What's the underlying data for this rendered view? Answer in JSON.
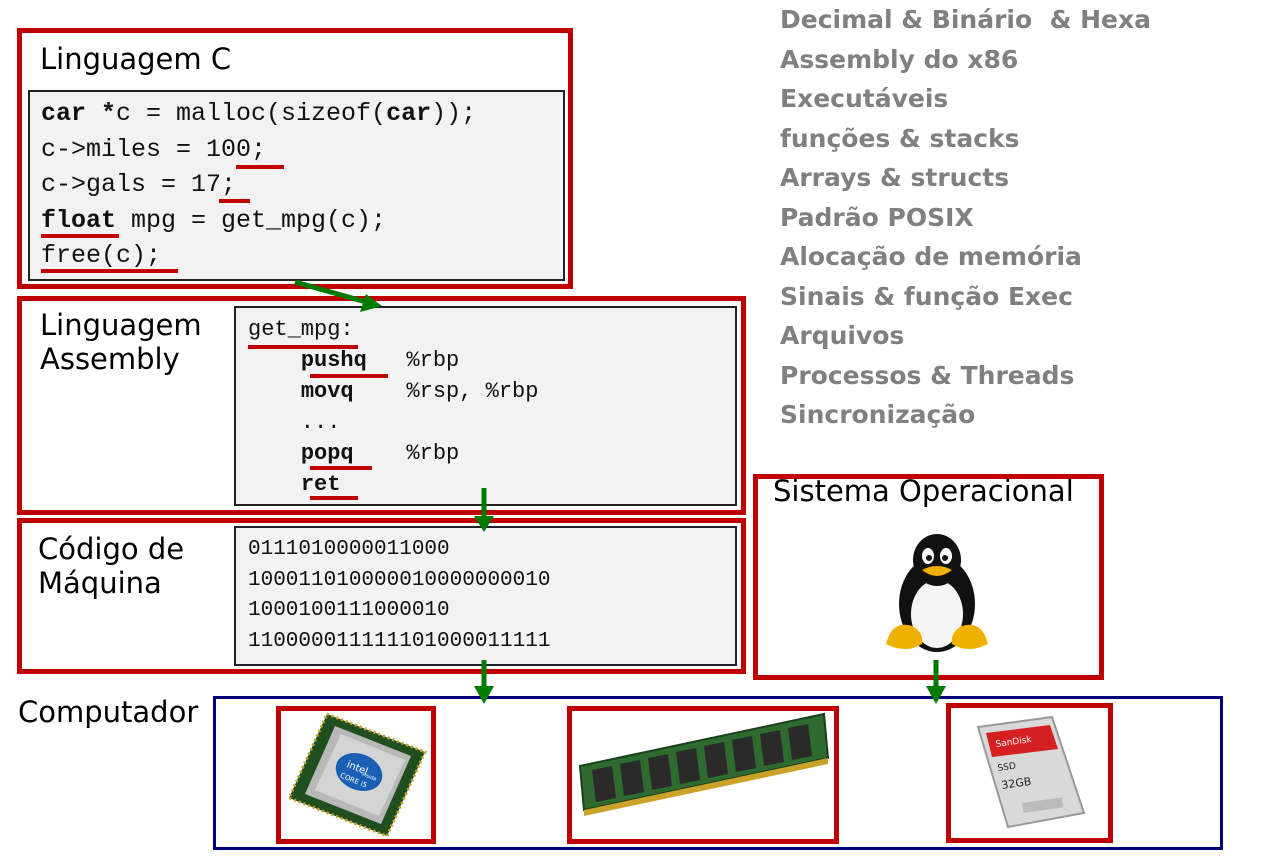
{
  "topics": [
    "Decimal & Binário  & Hexa",
    "Assembly do x86",
    "Executáveis",
    "funções & stacks",
    "Arrays & structs",
    "Padrão POSIX",
    "Alocação de memória",
    "Sinais & função Exec",
    "Arquivos",
    "Processos & Threads",
    "Sincronização"
  ],
  "c_block": {
    "label": "Linguagem C",
    "lines": [
      [
        {
          "t": "car *",
          "b": true
        },
        {
          "t": "c = malloc(sizeof("
        },
        {
          "t": "car",
          "b": true
        },
        {
          "t": "));"
        }
      ],
      [
        {
          "t": "c->miles = 100;"
        }
      ],
      [
        {
          "t": "c->gals = 17;"
        }
      ],
      [
        {
          "t": "float",
          "b": true
        },
        {
          "t": " mpg = get_mpg(c);"
        }
      ],
      [
        {
          "t": "free(c);"
        }
      ]
    ]
  },
  "asm_block": {
    "label": "Linguagem\nAssembly",
    "lines": [
      [
        {
          "t": "get_mpg:"
        }
      ],
      [
        {
          "t": "    "
        },
        {
          "t": "pushq",
          "b": true
        },
        {
          "t": "   %rbp"
        }
      ],
      [
        {
          "t": "    "
        },
        {
          "t": "movq",
          "b": true
        },
        {
          "t": "    %rsp, %rbp"
        }
      ],
      [
        {
          "t": "    ..."
        }
      ],
      [
        {
          "t": "    "
        },
        {
          "t": "popq",
          "b": true
        },
        {
          "t": "    %rbp"
        }
      ],
      [
        {
          "t": "    "
        },
        {
          "t": "ret",
          "b": true
        }
      ]
    ]
  },
  "machine_block": {
    "label": "Código de\nMáquina",
    "lines": [
      "0111010000011000",
      "100011010000010000000010",
      "1000100111000010",
      "110000011111101000011111"
    ]
  },
  "os_block": {
    "label": "Sistema Operacional",
    "icon": "linux-penguin-icon"
  },
  "computer": {
    "label": "Computador",
    "components": [
      "cpu-chip-icon",
      "ram-module-icon",
      "ssd-drive-icon"
    ],
    "cpu_text": [
      "intel",
      "inside",
      "CORE i5"
    ],
    "ssd_text": [
      "SanDisk",
      "SSD",
      "32GB"
    ]
  },
  "colors": {
    "accent_red": "#c00000",
    "arrow_green": "#007a00",
    "topic_gray": "#808080",
    "computer_blue": "#00007a"
  }
}
